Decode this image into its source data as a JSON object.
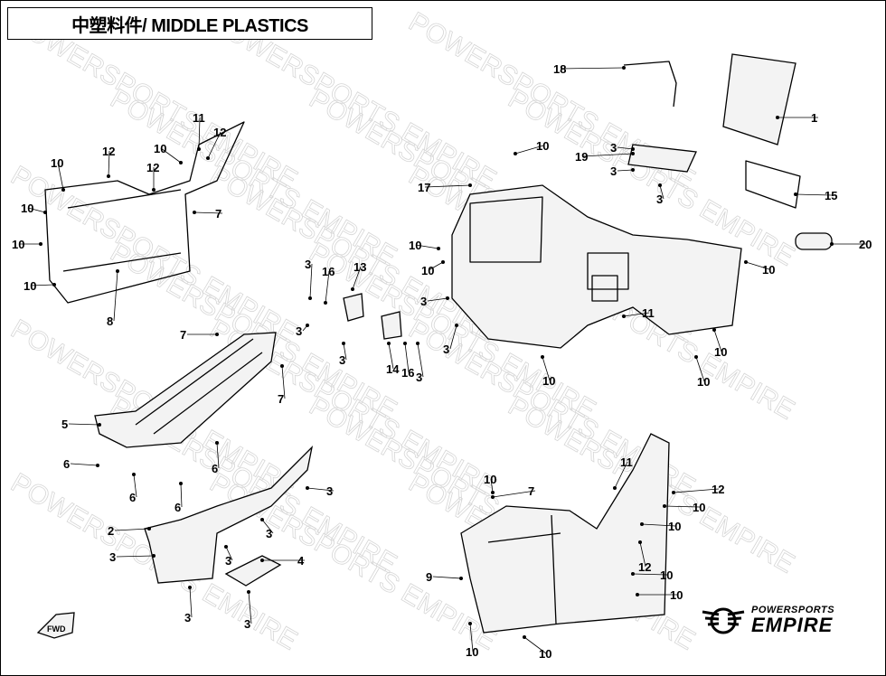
{
  "title": "中塑料件/ MIDDLE PLASTICS",
  "watermark": "POWERSPORTS EMPIRE",
  "logo": {
    "line1": "POWERSPORTS",
    "line2": "EMPIRE"
  },
  "fwd_label": "FWD",
  "callouts": [
    "1",
    "18",
    "10",
    "19",
    "3",
    "3",
    "3",
    "15",
    "17",
    "20",
    "10",
    "10",
    "10",
    "3",
    "11",
    "3",
    "10",
    "10",
    "10",
    "3",
    "16",
    "13",
    "3",
    "3",
    "14",
    "16",
    "3",
    "11",
    "12",
    "12",
    "10",
    "12",
    "10",
    "10",
    "7",
    "10",
    "10",
    "8",
    "7",
    "7",
    "5",
    "6",
    "6",
    "6",
    "6",
    "3",
    "3",
    "2",
    "3",
    "3",
    "4",
    "3",
    "3",
    "11",
    "10",
    "7",
    "12",
    "10",
    "10",
    "12",
    "10",
    "10",
    "9",
    "10",
    "10"
  ]
}
